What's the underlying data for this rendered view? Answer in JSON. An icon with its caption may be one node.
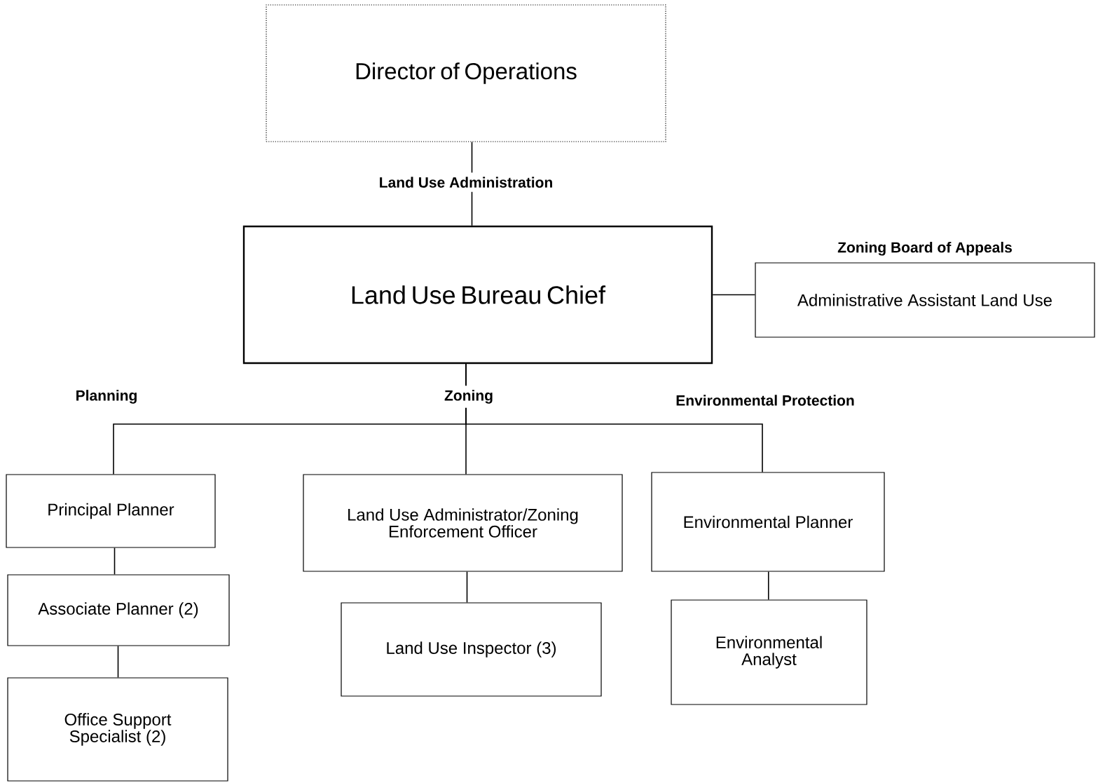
{
  "diagram": {
    "nodes": [
      {
        "text": [
          "Director of Operations"
        ]
      },
      {
        "text": [
          "Land Use Bureau Chief"
        ]
      },
      {
        "text": [
          "Zoning Board of Appeals",
          "Administrative Assistant Land Use"
        ]
      },
      {
        "text": [
          "Principal Planner"
        ]
      },
      {
        "text": [
          "Land Use Administrator/Zoning Enforcement Officer"
        ]
      },
      {
        "text": [
          "Environmental Planner"
        ]
      },
      {
        "text": [
          "Associate Planner (2)"
        ]
      },
      {
        "text": [
          "Land Use Inspector (3)"
        ]
      },
      {
        "text": [
          "Environmental Analyst"
        ]
      },
      {
        "text": [
          "Office Support Specialist (2)"
        ]
      }
    ],
    "edges": [
      {
        "from": 0,
        "to": 1,
        "arrow": "none",
        "label": "Land Use Administration"
      },
      {
        "from": 1,
        "to": 2,
        "arrow": "none"
      },
      {
        "from": 1,
        "to": 3,
        "arrow": "none",
        "label": "Planning"
      },
      {
        "from": 1,
        "to": 4,
        "arrow": "none",
        "label": "Zoning"
      },
      {
        "from": 1,
        "to": 5,
        "arrow": "none",
        "label": "Environmental Protection"
      },
      {
        "from": 3,
        "to": 6,
        "arrow": "none"
      },
      {
        "from": 6,
        "to": 9,
        "arrow": "none"
      },
      {
        "from": 4,
        "to": 7,
        "arrow": "none"
      },
      {
        "from": 5,
        "to": 8,
        "arrow": "none"
      }
    ]
  }
}
